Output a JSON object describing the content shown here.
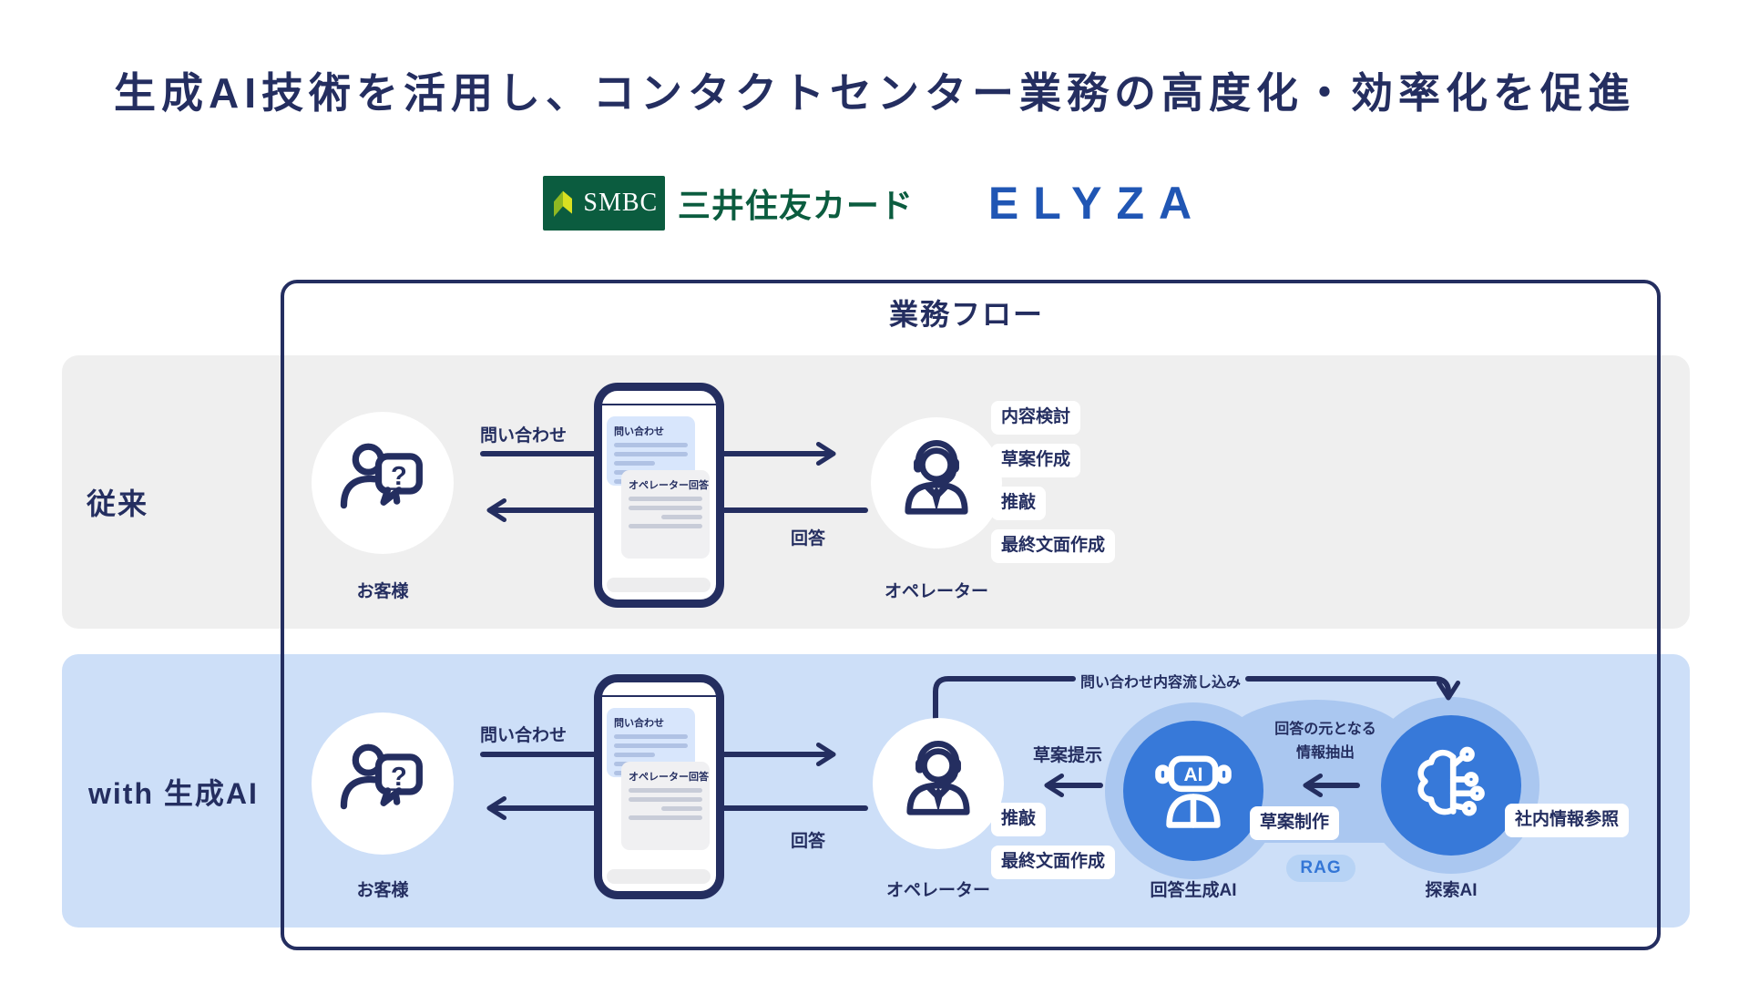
{
  "title": "生成AI技術を活用し、コンタクトセンター業務の高度化・効率化を促進",
  "logos": {
    "smbc_abbr": "SMBC",
    "smbc_name": "三井住友カード",
    "elyza": "ELYZA"
  },
  "flow": {
    "title": "業務フロー"
  },
  "phone": {
    "inquiry_title": "問い合わせ",
    "reply_title": "オペレーター回答"
  },
  "icons": {
    "question_mark": "?"
  },
  "traditional": {
    "row_label": "従来",
    "customer_label": "お客様",
    "inquiry_arrow_label": "問い合わせ",
    "reply_arrow_label": "回答",
    "operator_label": "オペレーター",
    "tasks": [
      "内容検討",
      "草案作成",
      "推敲",
      "最終文面作成"
    ]
  },
  "with_ai": {
    "row_label": "with 生成AI",
    "customer_label": "お客様",
    "inquiry_arrow_label": "問い合わせ",
    "reply_arrow_label": "回答",
    "operator_label": "オペレーター",
    "operator_tasks": [
      "推敲",
      "最終文面作成"
    ],
    "flow_in_label": "問い合わせ内容流し込み",
    "draft_present_label": "草案提示",
    "extraction_label_line1": "回答の元となる",
    "extraction_label_line2": "情報抽出",
    "answer_ai_label": "回答生成AI",
    "ai_head_label": "AI",
    "draft_create_label": "草案制作",
    "rag_label": "RAG",
    "search_ai_label": "探索AI",
    "internal_info_label": "社内情報参照"
  },
  "colors": {
    "navy": "#242e60",
    "band_traditional": "#efefef",
    "band_ai": "#cddff8",
    "ai_circle_blue": "#3779d9",
    "blob_blue": "#aac7f0",
    "rag_bg": "#b7d3f5",
    "rag_text": "#3476d6",
    "smbc_green": "#0b5c3f",
    "elyza_blue": "#2056b4"
  }
}
